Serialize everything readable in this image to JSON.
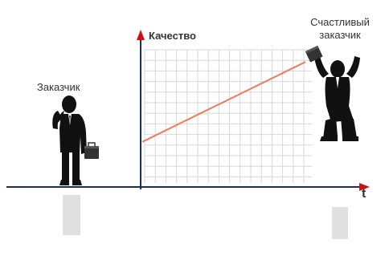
{
  "chart_data": {
    "type": "line",
    "ylabel": "Качество",
    "xlabel": "t",
    "grid": true,
    "series": [
      {
        "x": [
          0,
          1
        ],
        "y": [
          0.2,
          0.8
        ]
      }
    ]
  },
  "figures": {
    "left_person_label": "Заказчик",
    "right_person_label": "Счастливый заказчик"
  },
  "colors": {
    "axis": "#1f2f4f",
    "arrow": "#cc1111",
    "grid": "#d7d7d7",
    "series_line": "#f07b5c",
    "person": "#111111"
  },
  "icons": [
    "worried-businessman-icon",
    "happy-businessman-icon",
    "briefcase-icon"
  ]
}
